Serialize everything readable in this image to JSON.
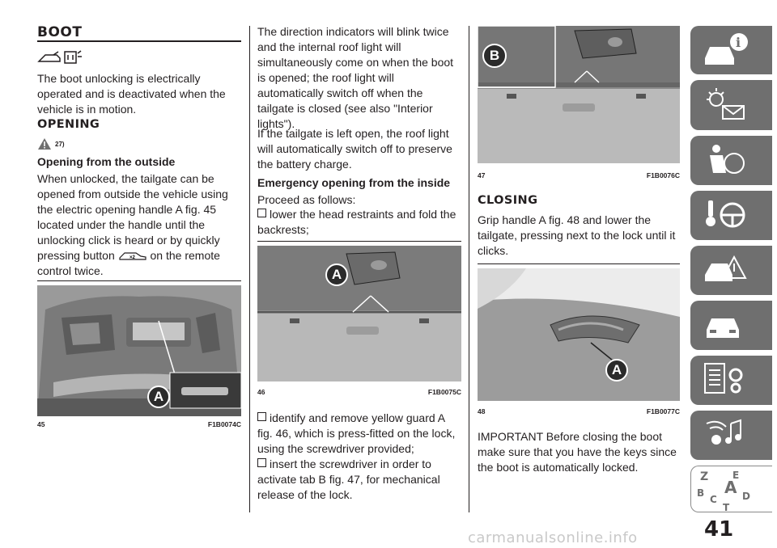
{
  "col1": {
    "section_title": "BOOT",
    "intro": "The boot unlocking is electrically operated and is deactivated when the vehicle is in motion.",
    "opening_title": "OPENING",
    "note_ref": "27)",
    "outside_title": "Opening from the outside",
    "outside_text_1": "When unlocked, the tailgate can be opened from outside the vehicle using the electric opening handle A fig. 45 located under the handle until the unlocking click is heard or by quickly pressing button",
    "outside_text_2": "on the remote control twice.",
    "remote_symbol": "×2",
    "fig_num": "45",
    "fig_code": "F1B0074C",
    "callout": "A"
  },
  "col2": {
    "p1": "The direction indicators will blink twice and the internal roof light will simultaneously come on when the boot is opened; the roof light will automatically switch off when the tailgate is closed (see also \"Interior lights\").",
    "p2": "If the tailgate is left open, the roof light will automatically switch off to preserve the battery charge.",
    "emergency_title": "Emergency opening from the inside",
    "proceed": "Proceed as follows:",
    "step1": "lower the head restraints and fold the backrests;",
    "fig_num": "46",
    "fig_code": "F1B0075C",
    "callout": "A",
    "step2": "identify and remove yellow guard A fig. 46, which is press-fitted on the lock, using the screwdriver provided;",
    "step3": "insert the screwdriver in order to activate tab B fig. 47, for mechanical release of the lock."
  },
  "col3": {
    "fig47_num": "47",
    "fig47_code": "F1B0076C",
    "fig47_callout": "B",
    "closing_title": "CLOSING",
    "closing_text": "Grip handle A fig. 48 and lower the tailgate, pressing next to the lock until it clicks.",
    "fig48_num": "48",
    "fig48_code": "F1B0077C",
    "fig48_callout": "A",
    "important": "IMPORTANT Before closing the boot make sure that you have the keys since the boot is automatically locked."
  },
  "sidebar": {
    "tabs": [
      "car-info-icon",
      "warning-lights-icon",
      "safety-icon",
      "starting-driving-icon",
      "emergency-icon",
      "maintenance-icon",
      "technical-data-icon",
      "multimedia-icon",
      "index-icon"
    ],
    "index_letters": [
      "Z",
      "E",
      "B",
      "A",
      "C",
      "D",
      "T"
    ]
  },
  "page_number": "41",
  "watermark": "carmanualsonline.info"
}
